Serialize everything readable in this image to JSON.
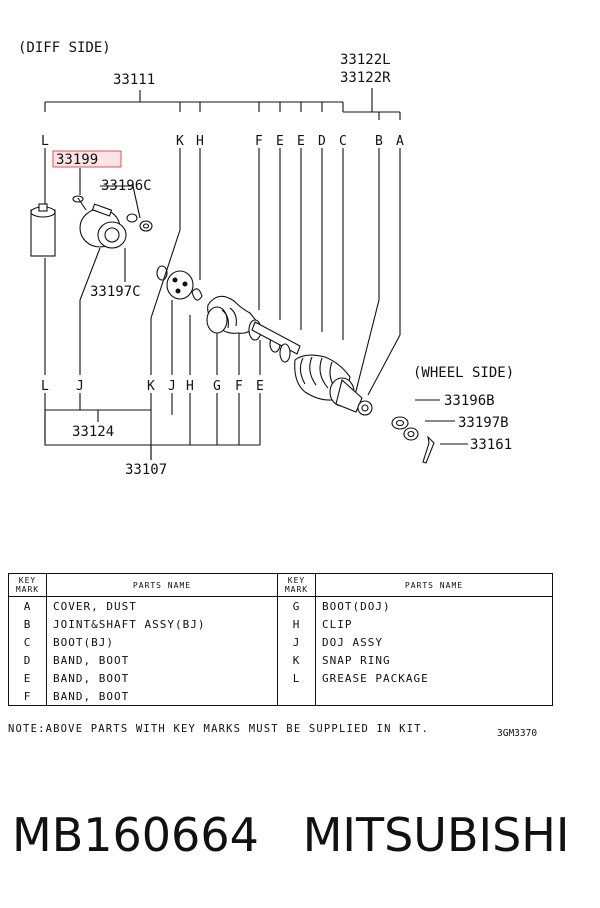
{
  "diagram": {
    "diff_side": "(DIFF SIDE)",
    "wheel_side": "(WHEEL SIDE)",
    "part_numbers": {
      "p33111": "33111",
      "p33122L": "33122L",
      "p33122R": "33122R",
      "p33199": "33199",
      "p33196C": "33196C",
      "p33197C": "33197C",
      "p33124": "33124",
      "p33107": "33107",
      "p33196B": "33196B",
      "p33197B": "33197B",
      "p33161": "33161"
    },
    "highlight_color": "#e05050",
    "top_marks": [
      "L",
      "K",
      "H",
      "F",
      "E",
      "E",
      "D",
      "C",
      "B",
      "A"
    ],
    "bottom_marks": [
      "L",
      "J",
      "K",
      "J",
      "H",
      "G",
      "F",
      "E"
    ]
  },
  "table": {
    "header_key": [
      "KEY",
      "MARK"
    ],
    "header_parts": "PARTS NAME",
    "left": [
      {
        "key": "A",
        "name": "COVER, DUST"
      },
      {
        "key": "B",
        "name": "JOINT&SHAFT ASSY(BJ)"
      },
      {
        "key": "C",
        "name": "BOOT(BJ)"
      },
      {
        "key": "D",
        "name": "BAND, BOOT"
      },
      {
        "key": "E",
        "name": "BAND, BOOT"
      },
      {
        "key": "F",
        "name": "BAND, BOOT"
      }
    ],
    "right": [
      {
        "key": "G",
        "name": "BOOT(DOJ)"
      },
      {
        "key": "H",
        "name": "CLIP"
      },
      {
        "key": "J",
        "name": "DOJ ASSY"
      },
      {
        "key": "K",
        "name": "SNAP RING"
      },
      {
        "key": "L",
        "name": "GREASE PACKAGE"
      },
      {
        "key": "",
        "name": ""
      }
    ]
  },
  "note": "NOTE:ABOVE PARTS WITH KEY MARKS MUST BE SUPPLIED IN KIT.",
  "drawing_code": "3GM3370",
  "footer": {
    "part_number": "MB160664",
    "brand": "MITSUBISHI"
  }
}
